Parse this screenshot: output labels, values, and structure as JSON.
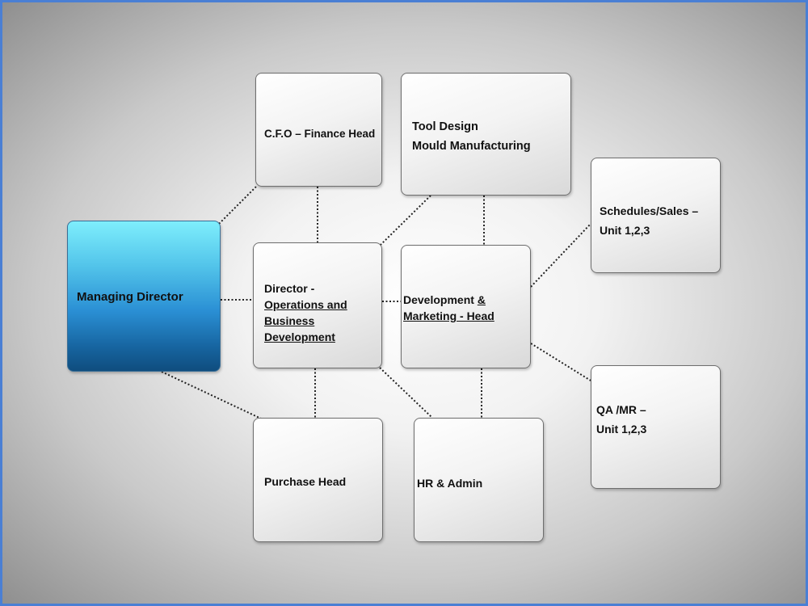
{
  "diagram": {
    "nodes": {
      "managing_director": {
        "lines": [
          "Managing Director"
        ]
      },
      "cfo": {
        "lines": [
          "C.F.O – Finance Head"
        ]
      },
      "tool_design": {
        "lines": [
          "Tool Design",
          "Mould Manufacturing"
        ]
      },
      "schedules_sales": {
        "lines": [
          "Schedules/Sales –",
          "Unit 1,2,3"
        ]
      },
      "director_ops": {
        "line1": "Director -",
        "line2": "Operations and",
        "line3": "Business",
        "line4": "Development"
      },
      "dev_marketing": {
        "line1a": "Development ",
        "line1b": "&",
        "line2": "Marketing - Head"
      },
      "qa_mr": {
        "lines": [
          "QA /MR –",
          "Unit 1,2,3"
        ]
      },
      "purchase": {
        "lines": [
          "Purchase Head"
        ]
      },
      "hr_admin": {
        "lines": [
          "HR & Admin"
        ]
      }
    },
    "edges": [
      [
        "managing_director",
        "cfo"
      ],
      [
        "managing_director",
        "director_ops"
      ],
      [
        "managing_director",
        "purchase"
      ],
      [
        "cfo",
        "director_ops"
      ],
      [
        "tool_design",
        "director_ops"
      ],
      [
        "tool_design",
        "dev_marketing"
      ],
      [
        "director_ops",
        "dev_marketing"
      ],
      [
        "director_ops",
        "purchase"
      ],
      [
        "director_ops",
        "hr_admin"
      ],
      [
        "dev_marketing",
        "hr_admin"
      ],
      [
        "dev_marketing",
        "schedules_sales"
      ],
      [
        "dev_marketing",
        "qa_mr"
      ]
    ],
    "colors": {
      "accent_border": "#4a7fd4",
      "managing_director_fill": "#2a8fd4",
      "box_fill": "#f3f3f3",
      "connector": "#222222"
    },
    "connector_style": "dotted"
  }
}
